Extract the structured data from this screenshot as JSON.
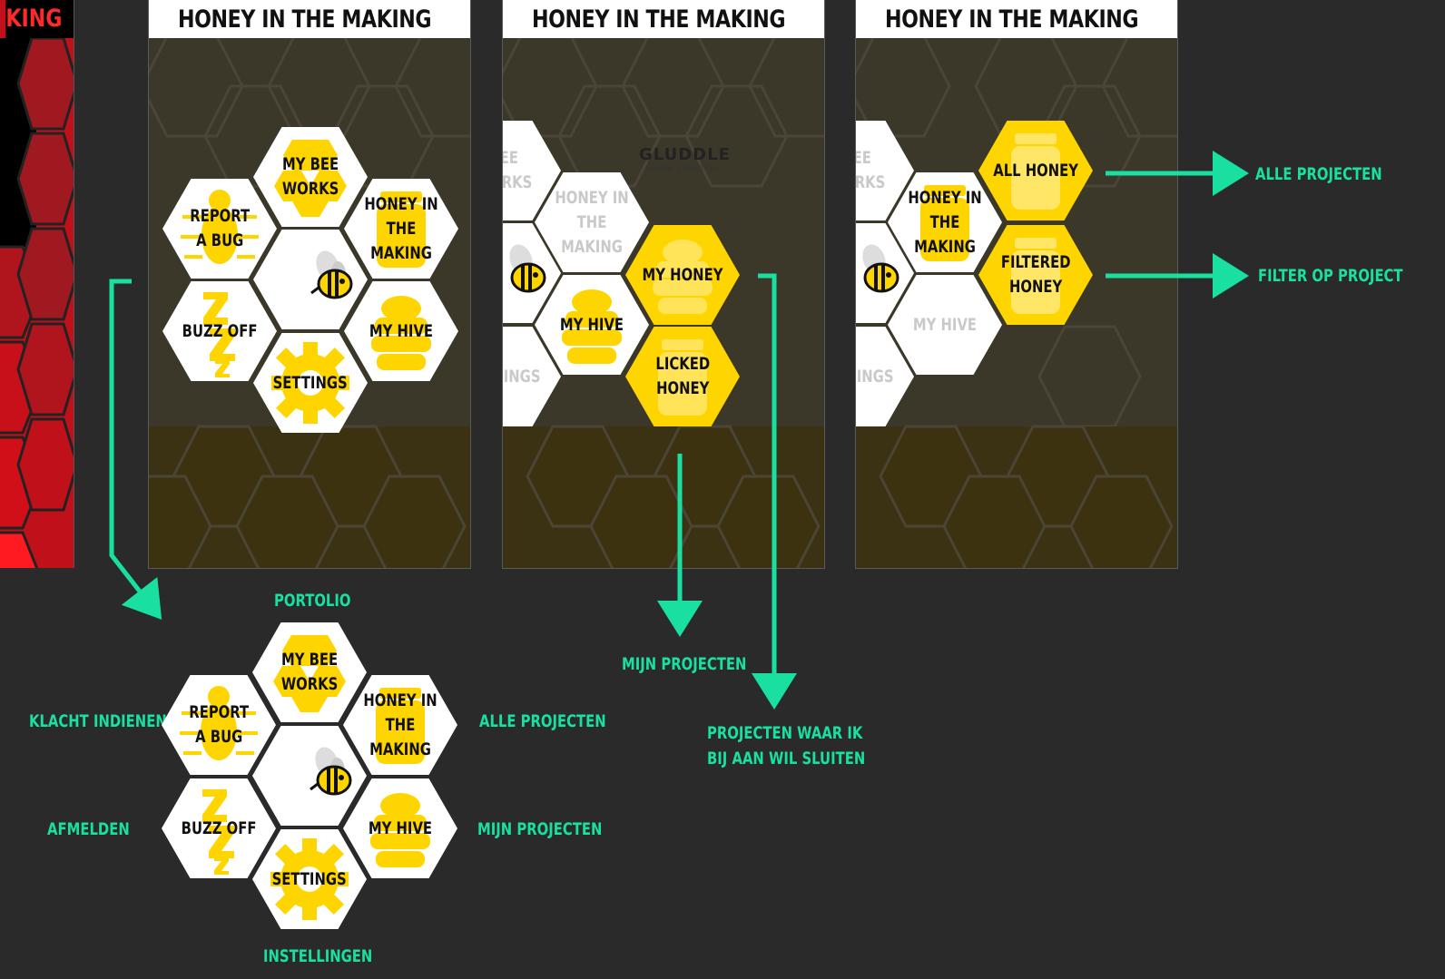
{
  "app_title": "HONEY IN THE MAKING",
  "red_title": "KING",
  "gluddle": {
    "name": "GLUDDLE",
    "sub": "GAME | DIGITAL"
  },
  "screen1": {
    "hexes": {
      "my_bee_works": "MY BEE\nWORKS",
      "report_bug": "REPORT\nA BUG",
      "honey_making": "HONEY IN\nTHE MAKING",
      "buzz_off": "BUZZ OFF",
      "my_hive": "MY HIVE",
      "settings": "SETTINGS"
    }
  },
  "screen2": {
    "hexes": {
      "bee_works": "BEE\nWORKS",
      "honey_making": "HONEY IN\nTHE MAKING",
      "my_honey": "MY HONEY",
      "my_hive": "MY HIVE",
      "licked_honey": "LICKED\nHONEY",
      "settings": "INGS"
    }
  },
  "screen3": {
    "hexes": {
      "bee_works": "BEE\nWORKS",
      "honey_making": "HONEY IN\nTHE MAKING",
      "all_honey": "ALL HONEY",
      "filtered_honey": "FILTERED\nHONEY",
      "my_hive": "MY HIVE",
      "settings": "INGS"
    }
  },
  "legend": {
    "hexes": {
      "my_bee_works": "MY BEE\nWORKS",
      "report_bug": "REPORT\nA BUG",
      "honey_making": "HONEY IN\nTHE MAKING",
      "buzz_off": "BUZZ OFF",
      "my_hive": "MY HIVE",
      "settings": "SETTINGS"
    }
  },
  "annotations": {
    "portfolio": "PORTOLIO",
    "klacht": "KLACHT INDIENEN",
    "afmelden": "AFMELDEN",
    "alle_projecten_legend": "ALLE PROJECTEN",
    "mijn_projecten_legend": "MIJN PROJECTEN",
    "instellingen": "INSTELLINGEN",
    "mijn_projecten": "MIJN PROJECTEN",
    "projecten_waar": "PROJECTEN WAAR IK\nBIJ AAN WIL SLUITEN",
    "alle_projecten": "ALLE PROJECTEN",
    "filter_op_project": "FILTER OP PROJECT"
  },
  "colors": {
    "accent": "#ffd500",
    "annotation": "#19e0a0",
    "background": "#2a2a2a"
  }
}
